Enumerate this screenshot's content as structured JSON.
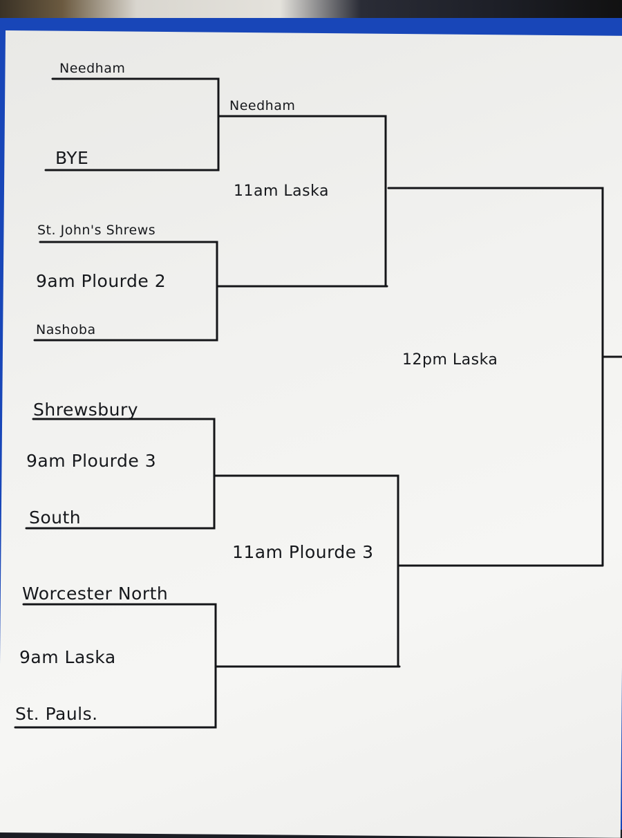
{
  "bracket": {
    "round1": [
      {
        "team_top": "Needham",
        "team_bottom": "BYE",
        "game": ""
      },
      {
        "team_top": "St. John's Shrews",
        "team_bottom": "Nashoba",
        "game": "9am Plourde 2"
      },
      {
        "team_top": "Shrewsbury",
        "team_bottom": "South",
        "game": "9am Plourde 3"
      },
      {
        "team_top": "Worcester North",
        "team_bottom": "St. Pauls.",
        "game": "9am Laska"
      }
    ],
    "round2": [
      {
        "team_top": "Needham",
        "game": "11am Laska"
      },
      {
        "team_top": "",
        "game": "11am Plourde 3"
      }
    ],
    "final": {
      "game": "12pm Laska"
    }
  }
}
